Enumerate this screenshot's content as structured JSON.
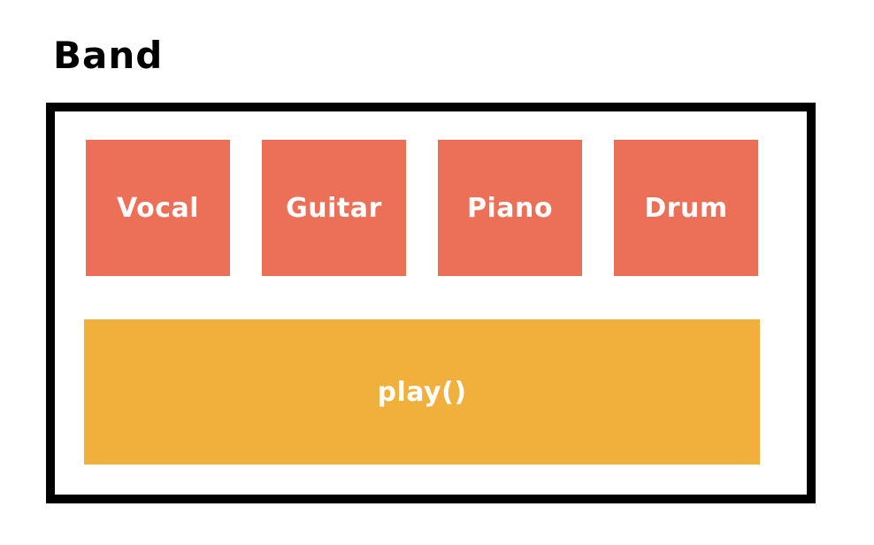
{
  "title": "Band",
  "members": [
    {
      "label": "Vocal"
    },
    {
      "label": "Guitar"
    },
    {
      "label": "Piano"
    },
    {
      "label": "Drum"
    }
  ],
  "method": {
    "label": "play()"
  },
  "colors": {
    "member_box": "#EC6F57",
    "method_bar": "#F1B03C",
    "outline": "#000000",
    "box_text": "#FFFFFF",
    "title_text": "#000000"
  }
}
